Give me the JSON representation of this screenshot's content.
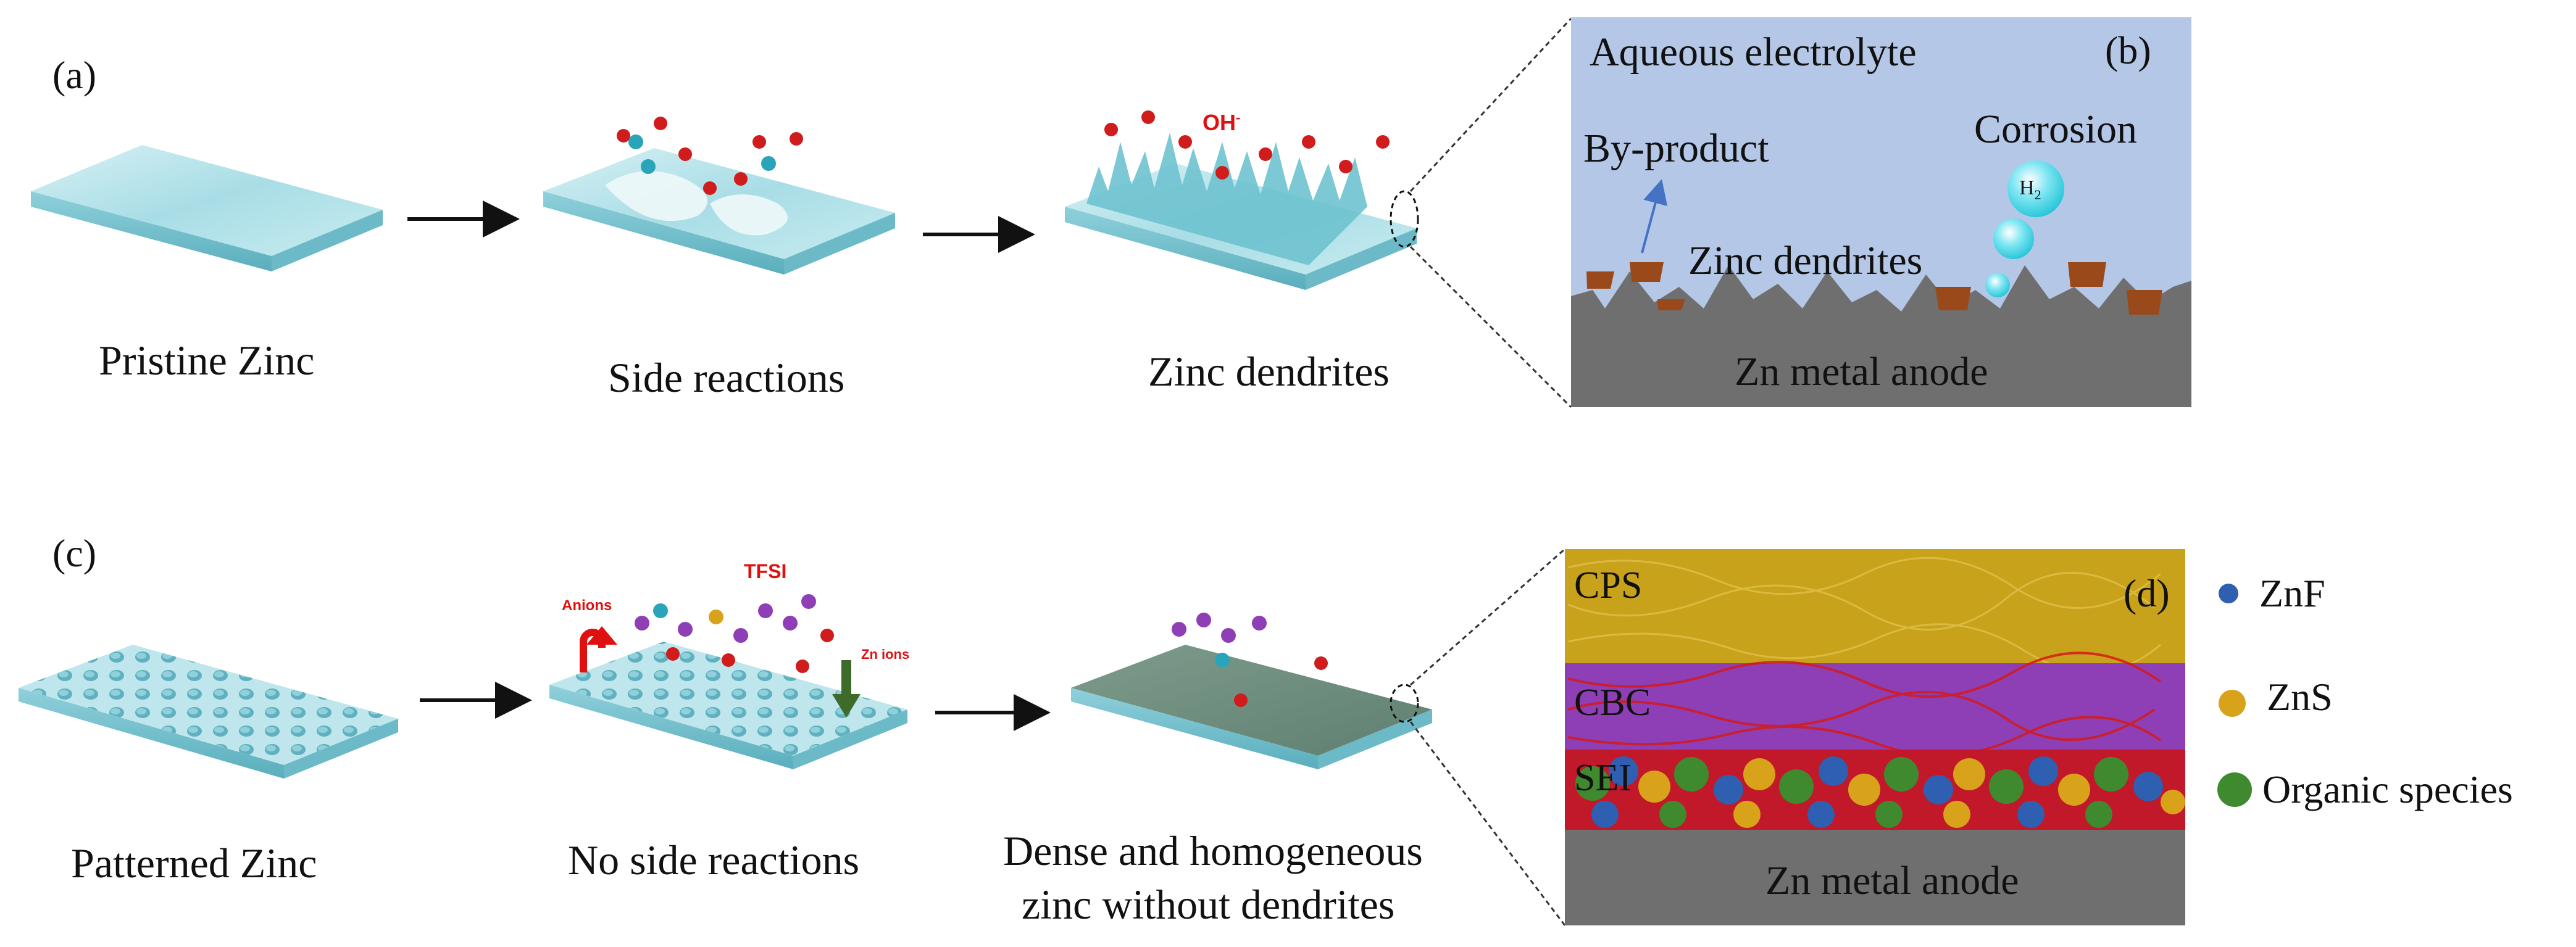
{
  "panel_a": {
    "label": "(a)",
    "stages": [
      "Pristine Zinc",
      "Side reactions",
      "Zinc dendrites"
    ],
    "annotation": "OH",
    "annotation_sup": "-"
  },
  "panel_b": {
    "label": "(b)",
    "electrolyte": "Aqueous electrolyte",
    "byproduct": "By-product",
    "corrosion": "Corrosion",
    "gas": "H",
    "gas_sub": "2",
    "dendrites": "Zinc dendrites",
    "anode": "Zn metal anode"
  },
  "panel_c": {
    "label": "(c)",
    "stages": [
      "Patterned Zinc",
      "No side reactions"
    ],
    "stage3_line1": "Dense and homogeneous",
    "stage3_line2": "zinc without dendrites",
    "anions": "Anions",
    "tfsi": "TFSI",
    "zn_ions": "Zn ions"
  },
  "panel_d": {
    "label": "(d)",
    "layers": [
      "CPS",
      "CBC",
      "SEI"
    ],
    "anode": "Zn metal anode",
    "legend": [
      {
        "label": "ZnF",
        "color": "#2f5fb0"
      },
      {
        "label": "ZnS",
        "color": "#d8a21a"
      },
      {
        "label": "Organic species",
        "color": "#3f8a2e"
      }
    ]
  },
  "colors": {
    "zinc_top": "#bfe6ec",
    "zinc_side": "#7fc6d2",
    "electrolyte": "#b4c7e7",
    "anode": "#6f6f6f",
    "byproduct": "#9a4a1a",
    "cps": "#c9a21c",
    "cbc": "#8e3fb6",
    "sei_red": "#d41a1a"
  }
}
